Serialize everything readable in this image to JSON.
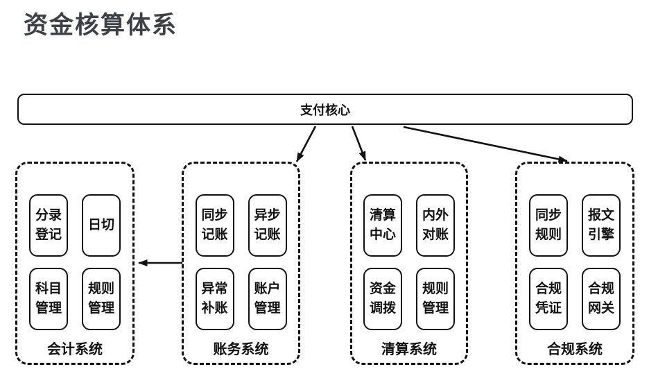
{
  "title": "资金核算体系",
  "core": {
    "label": "支付核心"
  },
  "systems": [
    {
      "label": "会计系统",
      "modules": [
        "分录登记",
        "日切",
        "科目管理",
        "规则管理"
      ]
    },
    {
      "label": "账务系统",
      "modules": [
        "同步记账",
        "异步记账",
        "异常补账",
        "账户管理"
      ]
    },
    {
      "label": "清算系统",
      "modules": [
        "清算中心",
        "内外对账",
        "资金调拨",
        "规则管理"
      ]
    },
    {
      "label": "合规系统",
      "modules": [
        "同步规则",
        "报文引擎",
        "合规凭证",
        "合规网关"
      ]
    }
  ],
  "edges": [
    {
      "from": "支付核心",
      "to": "账务系统"
    },
    {
      "from": "支付核心",
      "to": "清算系统"
    },
    {
      "from": "支付核心",
      "to": "合规系统"
    },
    {
      "from": "账务系统",
      "to": "会计系统"
    }
  ],
  "colors": {
    "line": "#111111",
    "title": "#3d4045",
    "background": "#ffffff"
  }
}
